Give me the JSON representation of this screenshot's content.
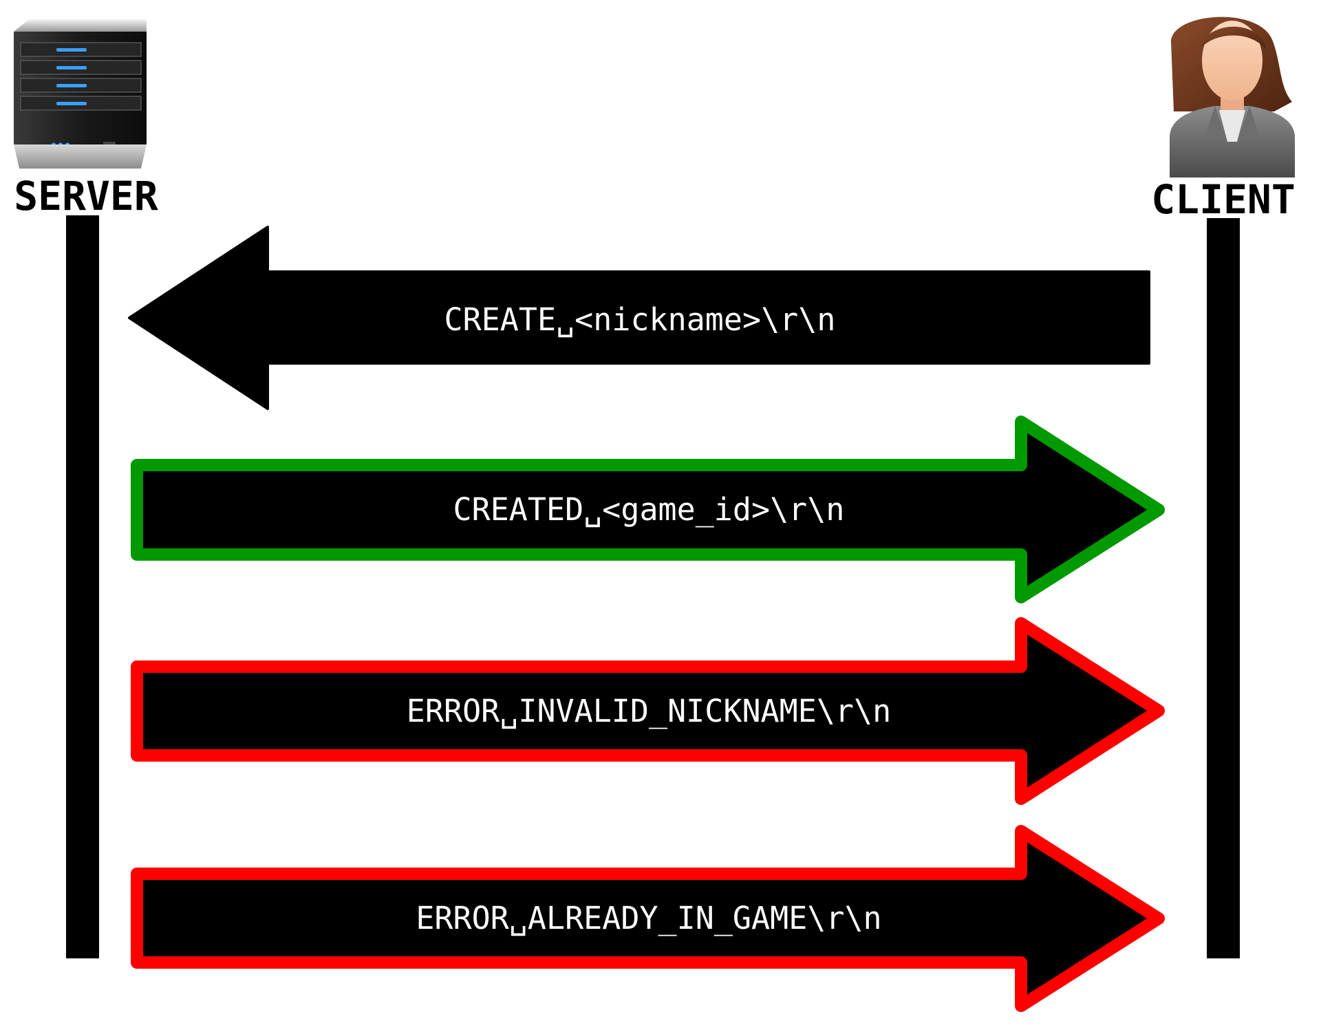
{
  "actors": {
    "server": {
      "label": "SERVER",
      "icon": "server-icon"
    },
    "client": {
      "label": "CLIENT",
      "icon": "user-avatar-icon"
    }
  },
  "messages": [
    {
      "text": "CREATE␣<nickname>\\r\\n",
      "direction": "client-to-server",
      "outline": "#000000"
    },
    {
      "text": "CREATED␣<game_id>\\r\\n",
      "direction": "server-to-client",
      "outline": "#009900"
    },
    {
      "text": "ERROR␣INVALID_NICKNAME\\r\\n",
      "direction": "server-to-client",
      "outline": "#ff0000"
    },
    {
      "text": "ERROR␣ALREADY_IN_GAME\\r\\n",
      "direction": "server-to-client",
      "outline": "#ff0000"
    }
  ],
  "colors": {
    "arrow_fill": "#000000",
    "lifeline": "#000000",
    "message_text": "#ffffff",
    "success": "#009900",
    "error": "#ff0000"
  }
}
